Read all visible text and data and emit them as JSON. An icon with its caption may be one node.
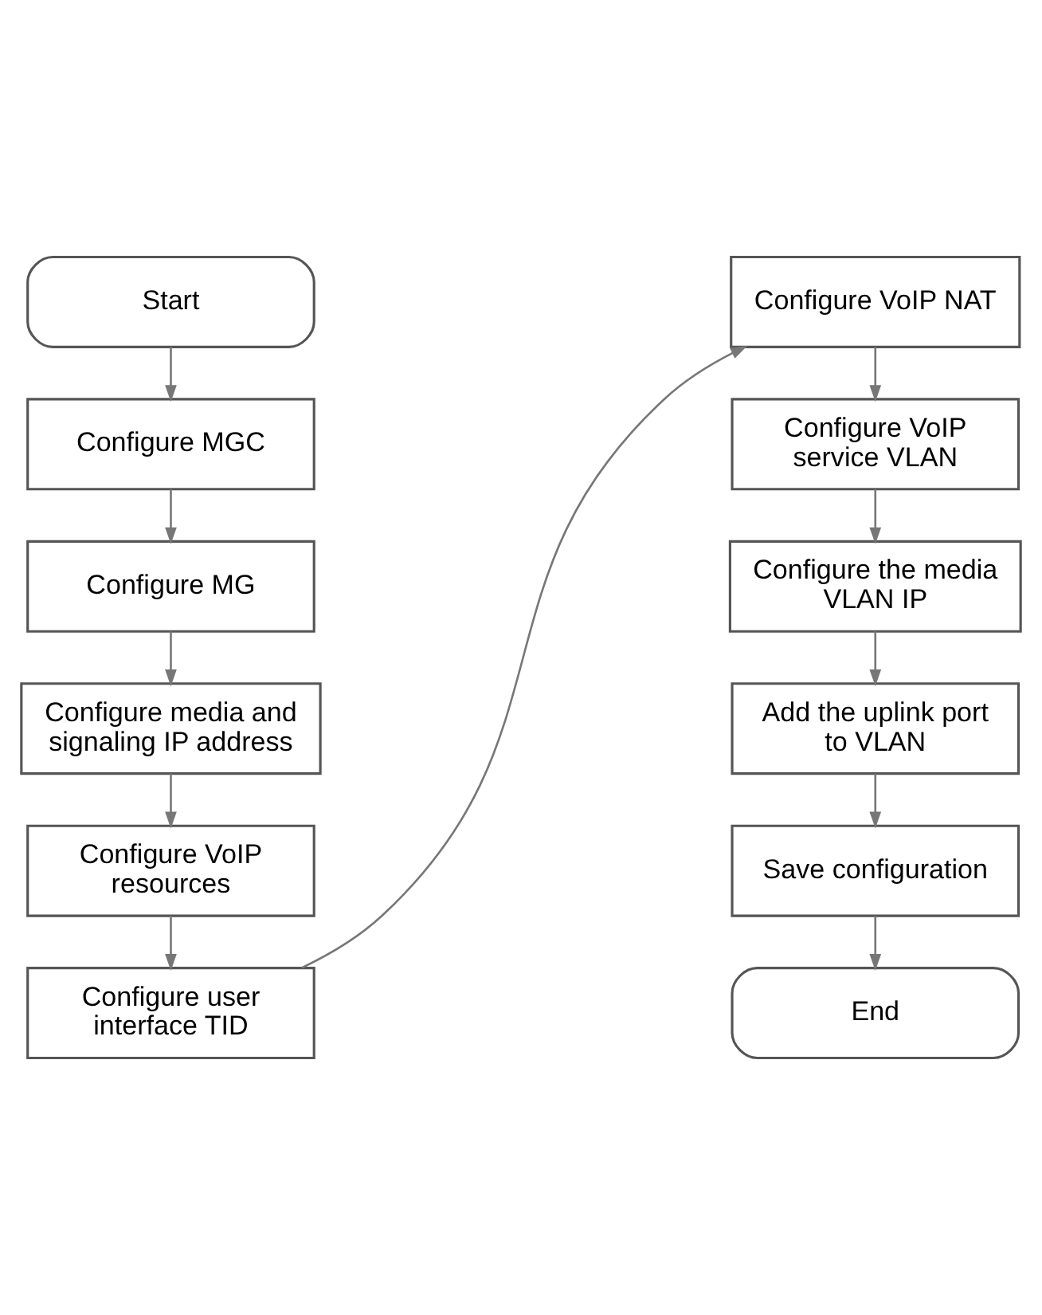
{
  "diagram": {
    "nodes": [
      {
        "text": [
          "Start"
        ]
      },
      {
        "text": [
          "Configure MGC"
        ]
      },
      {
        "text": [
          "Configure MG"
        ]
      },
      {
        "text": [
          "Configure media and signaling IP address"
        ]
      },
      {
        "text": [
          "Configure VoIP resources"
        ]
      },
      {
        "text": [
          "Configure user interface TID"
        ]
      },
      {
        "text": [
          "Configure VoIP NAT"
        ]
      },
      {
        "text": [
          "Configure VoIP service VLAN"
        ]
      },
      {
        "text": [
          "Configure the media VLAN IP"
        ]
      },
      {
        "text": [
          "Add the uplink port to VLAN"
        ]
      },
      {
        "text": [
          "Save configuration"
        ]
      },
      {
        "text": [
          "End"
        ]
      }
    ],
    "edges": [
      {
        "from": 0,
        "to": 1,
        "arrow": "to"
      },
      {
        "from": 1,
        "to": 2,
        "arrow": "to"
      },
      {
        "from": 2,
        "to": 3,
        "arrow": "to"
      },
      {
        "from": 3,
        "to": 4,
        "arrow": "to"
      },
      {
        "from": 4,
        "to": 5,
        "arrow": "to"
      },
      {
        "from": 5,
        "to": 6,
        "arrow": "to"
      },
      {
        "from": 6,
        "to": 7,
        "arrow": "to"
      },
      {
        "from": 7,
        "to": 8,
        "arrow": "to"
      },
      {
        "from": 8,
        "to": 9,
        "arrow": "to"
      },
      {
        "from": 9,
        "to": 10,
        "arrow": "to"
      },
      {
        "from": 10,
        "to": 11,
        "arrow": "to"
      }
    ]
  }
}
